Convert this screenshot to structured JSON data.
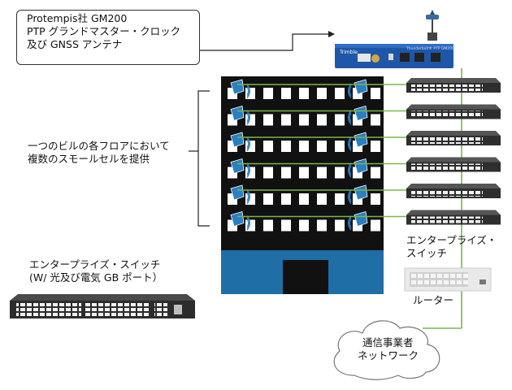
{
  "callout": {
    "line1": "Protempis社 GM200",
    "line2": "PTP グランドマスター・クロック",
    "line3": "及び GNSS アンテナ"
  },
  "building_label": {
    "line1": "一つのビルの各フロアにおいて",
    "line2": "複数のスモールセルを提供"
  },
  "switch_label": {
    "line1": "エンタープライズ・スイッチ",
    "line2": "(W/ 光及び電気 GB ポート）"
  },
  "stack_switch_label": {
    "line1": "エンタープライズ・",
    "line2": "スイッチ"
  },
  "router_label": "ルーター",
  "cloud_label": {
    "line1": "通信事業者",
    "line2": "ネットワーク"
  },
  "device": {
    "brand": "Trimble",
    "model": "Thunderbolt® PTP GM200"
  },
  "colors": {
    "building": "#111111",
    "building_base": "#1f6ea6",
    "link": "#7ab648",
    "device": "#1e57a8",
    "small_cell": "#2a7fc0"
  },
  "floor_count": 6
}
